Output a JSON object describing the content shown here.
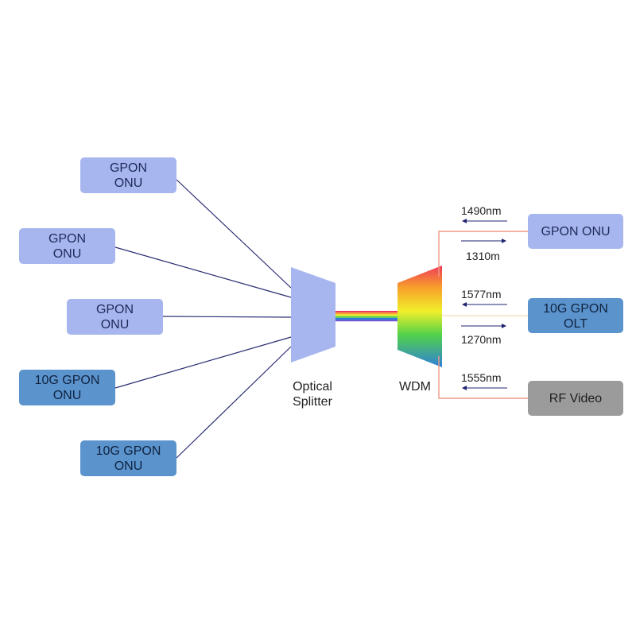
{
  "colors": {
    "gpon_box": "#a8b6ef",
    "xgpon_box": "#5b93cd",
    "rf_box": "#9b9b9b",
    "link_line": "#2a2e73",
    "right_line": "#f09a87",
    "olt_line": "#f4e2c2",
    "arrow": "#1f2470"
  },
  "left_onus": [
    {
      "line1": "GPON",
      "line2": "ONU",
      "type": "gpon"
    },
    {
      "line1": "GPON",
      "line2": "ONU",
      "type": "gpon"
    },
    {
      "line1": "GPON",
      "line2": "ONU",
      "type": "gpon"
    },
    {
      "line1": "10G GPON",
      "line2": "ONU",
      "type": "xgpon"
    },
    {
      "line1": "10G GPON",
      "line2": "ONU",
      "type": "xgpon"
    }
  ],
  "splitter": {
    "line1": "Optical",
    "line2": "Splitter"
  },
  "wdm": {
    "label": "WDM"
  },
  "right_nodes": {
    "gpon_onu": "GPON ONU",
    "olt_line1": "10G GPON",
    "olt_line2": "OLT",
    "rf_video": "RF Video"
  },
  "wavelengths": {
    "w1490": "1490nm",
    "w1310": "1310m",
    "w1577": "1577nm",
    "w1270": "1270nm",
    "w1555": "1555nm"
  }
}
